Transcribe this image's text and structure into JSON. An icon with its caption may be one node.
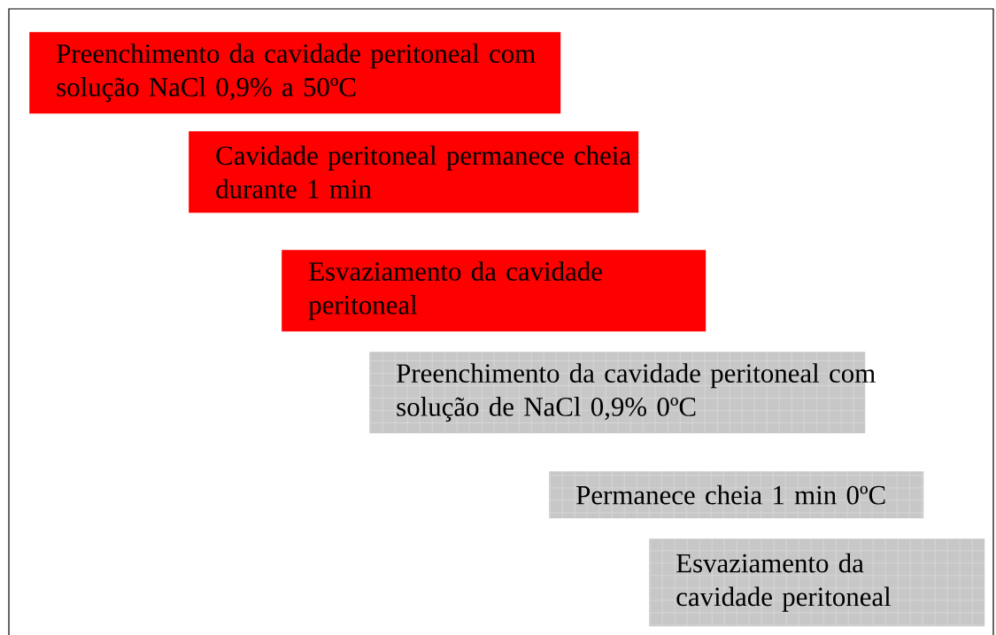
{
  "diagram": {
    "nodes": [
      {
        "text": [
          "Preenchimento da cavidade peritoneal com solução NaCl 0,9% a 50ºC"
        ]
      },
      {
        "text": [
          "Cavidade peritoneal permanece cheia durante 1 min"
        ]
      },
      {
        "text": [
          "Esvaziamento da cavidade peritoneal"
        ]
      },
      {
        "text": [
          "Preenchimento da cavidade peritoneal com solução de NaCl 0,9% 0ºC"
        ]
      },
      {
        "text": [
          "Permanece cheia 1 min 0ºC"
        ]
      },
      {
        "text": [
          "Esvaziamento da cavidade peritoneal"
        ]
      }
    ],
    "edges": []
  }
}
